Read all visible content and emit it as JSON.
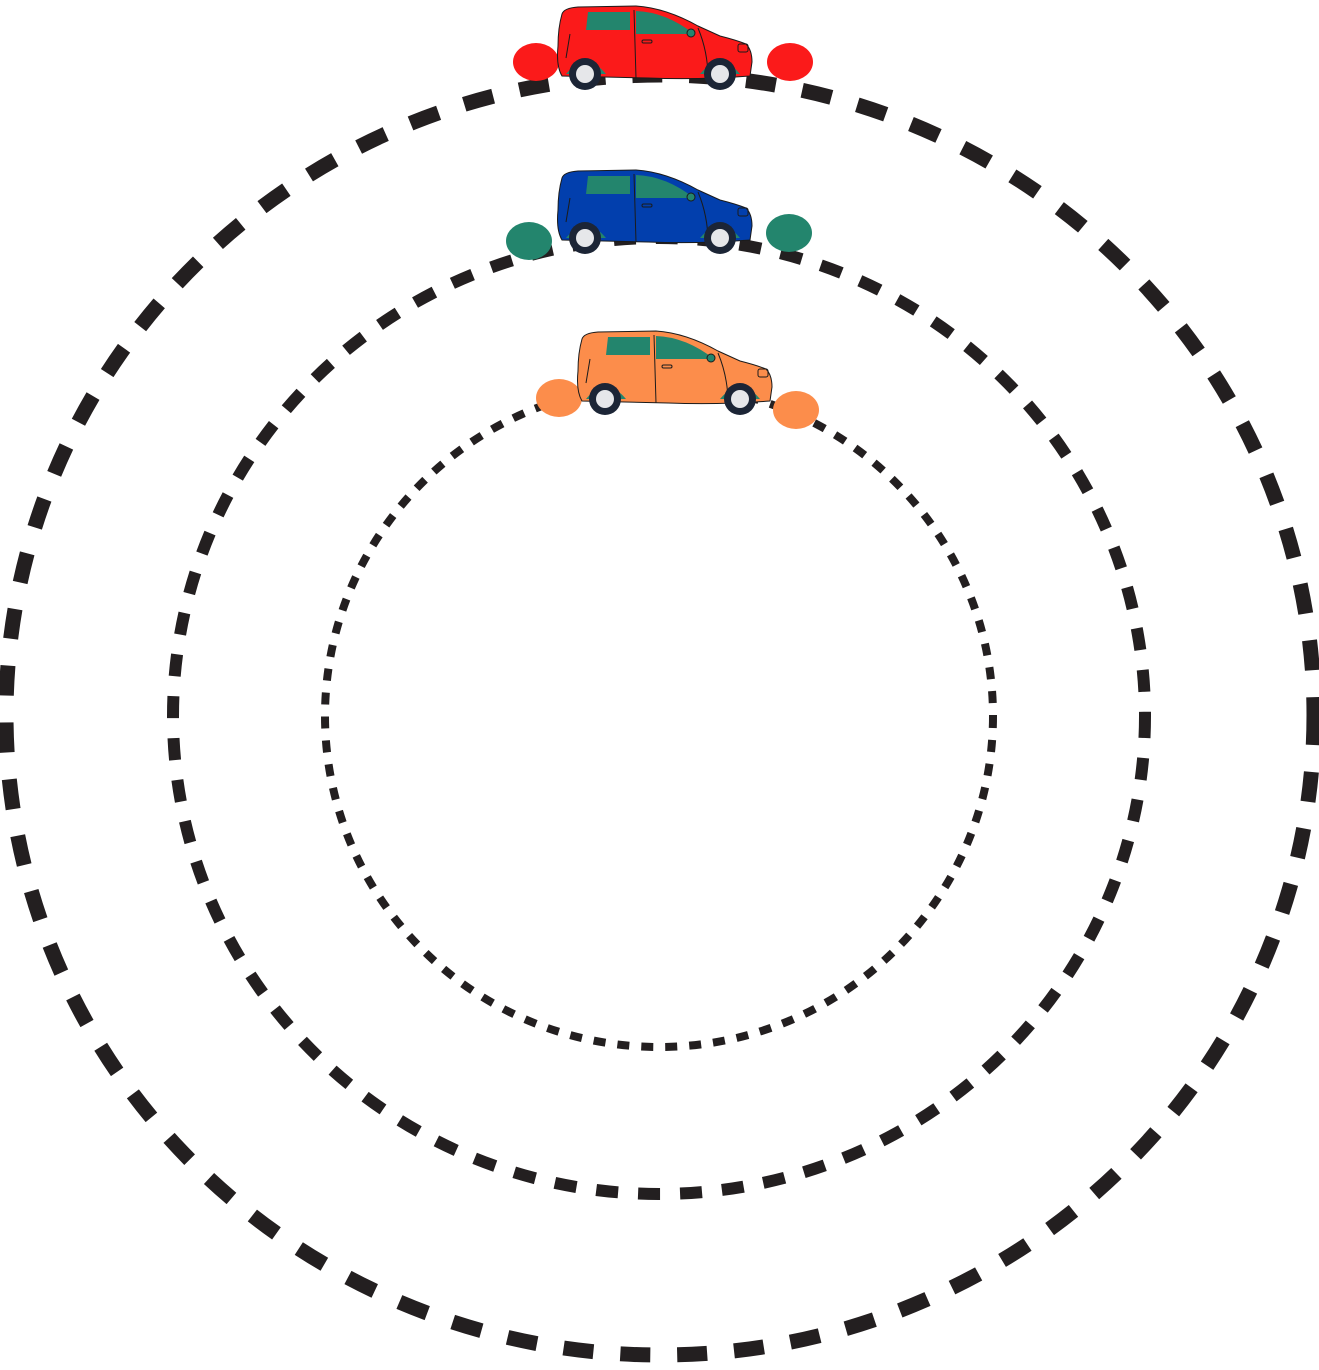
{
  "colors": {
    "track": "#231f20",
    "background": "#ffffff",
    "window": "#23856d",
    "tire": "#1c2536",
    "hub": "#e6e7ea"
  },
  "tracks": [
    {
      "name": "outer-track",
      "car_color": "#fb1a1a",
      "marker_color": "#fb1a1a"
    },
    {
      "name": "middle-track",
      "car_color": "#023fad",
      "marker_color": "#23856d"
    },
    {
      "name": "inner-track",
      "car_color": "#fc8d4b",
      "marker_color": "#fc8d4b"
    }
  ],
  "icons": [
    "car-icon"
  ]
}
